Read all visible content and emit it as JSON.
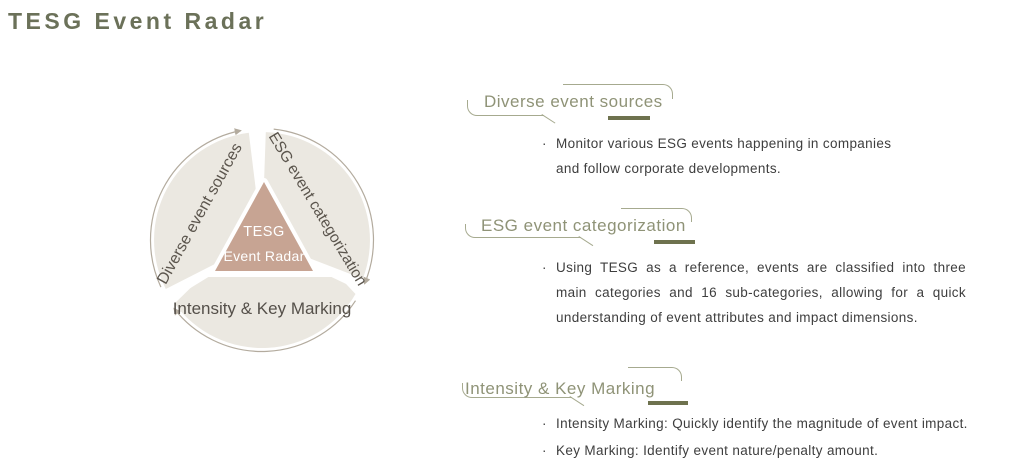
{
  "page_title": "TESG Event Radar",
  "bullet_char": "·",
  "diagram": {
    "center_label": {
      "line1": "TESG",
      "line2": "Event Radar"
    },
    "segments": [
      {
        "label": "Diverse event sources"
      },
      {
        "label": "ESG event categorization"
      },
      {
        "label": "Intensity & Key Marking"
      }
    ]
  },
  "sections": [
    {
      "title": "Diverse event sources",
      "bullets": [
        {
          "lines": [
            "Monitor various ESG events happening in companies",
            "and follow corporate developments."
          ]
        }
      ]
    },
    {
      "title": "ESG event categorization",
      "bullets": [
        {
          "lines": [
            "Using TESG as a reference, events are classified into three",
            "main categories and 16 sub-categories, allowing for a quick",
            "understanding of event attributes and impact dimensions."
          ]
        }
      ]
    },
    {
      "title": "Intensity & Key Marking",
      "bullets": [
        {
          "lines": [
            "Intensity Marking: Quickly identify the magnitude of event impact."
          ]
        },
        {
          "lines": [
            "Key Marking: Identify event nature/penalty amount."
          ]
        }
      ]
    }
  ],
  "colors": {
    "title": "#6b7159",
    "section_title": "#8f9377",
    "bracket": "#a6aa8f",
    "underline_accent": "#6e724e",
    "body_text": "#3e3e3e",
    "segment_fill": "#ebe8e1",
    "triangle_fill": "#c7a493",
    "diagram_label": "#5b554d",
    "arrow": "#b3ab9e"
  }
}
